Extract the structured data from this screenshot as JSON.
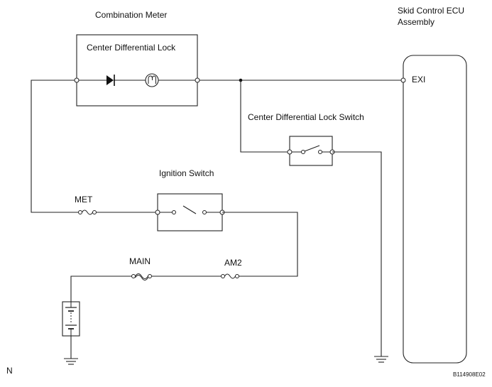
{
  "labels": {
    "combination_meter": "Combination Meter",
    "center_diff_lock": "Center Differential Lock",
    "skid_ecu_line1": "Skid Control ECU",
    "skid_ecu_line2": "Assembly",
    "exi": "EXI",
    "center_diff_lock_switch": "Center Differential Lock Switch",
    "ignition_switch": "Ignition Switch",
    "met": "MET",
    "main": "MAIN",
    "am2": "AM2",
    "corner_n": "N",
    "code": "B114908E02"
  }
}
